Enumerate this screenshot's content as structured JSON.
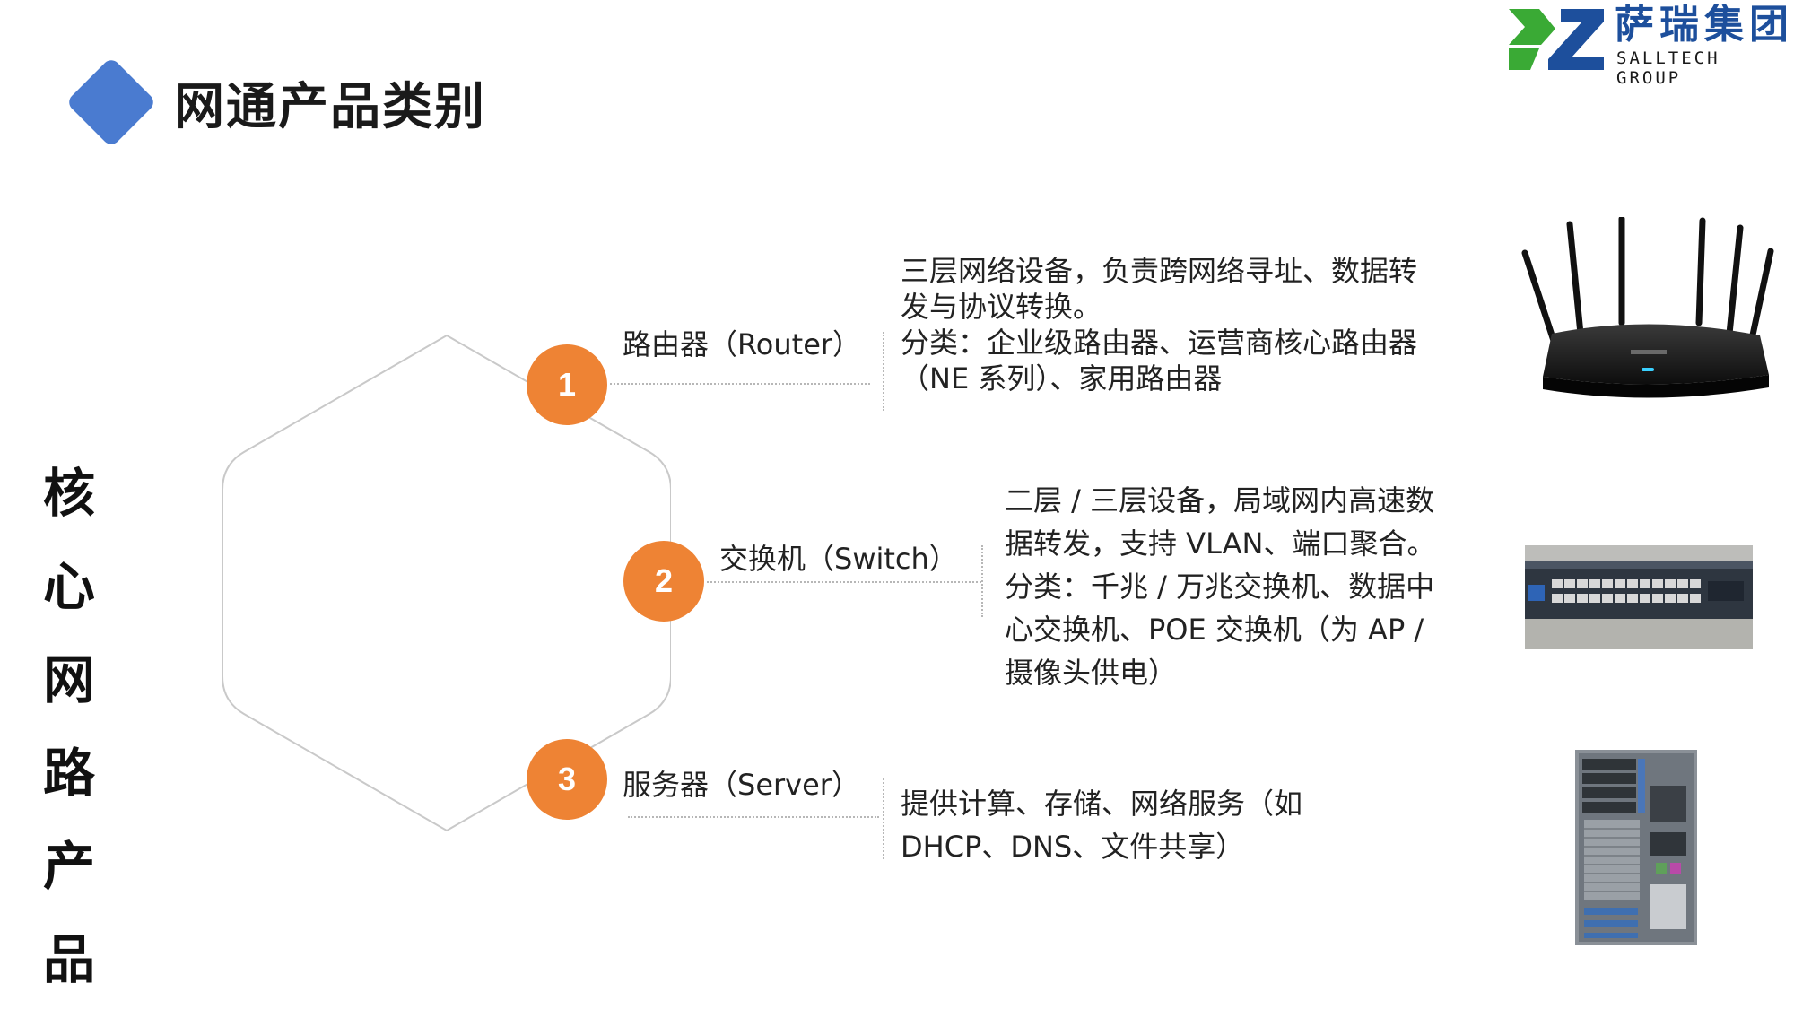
{
  "header": {
    "title": "网通产品类别",
    "accent_color": "#4a7bd0",
    "icon": "diamond-icon"
  },
  "logo": {
    "cn": "萨瑞集团",
    "en": "SALLTECH GROUP",
    "colors": {
      "green": "#3aaa35",
      "blue": "#1d4f9c"
    }
  },
  "side_title": {
    "lines": [
      "核心",
      "网路",
      "产品"
    ]
  },
  "products": [
    {
      "number": "1",
      "label": "路由器（Router）",
      "desc": [
        "三层网络设备，负责跨网络寻址、数据转",
        "发与协议转换。",
        "分类：企业级路由器、运营商核心路由器",
        "（NE 系列）、家用路由器"
      ],
      "image": "router-image"
    },
    {
      "number": "2",
      "label": "交换机（Switch）",
      "desc": [
        "二层 / 三层设备，局域网内高速数",
        "据转发，支持 VLAN、端口聚合。",
        "分类：千兆 / 万兆交换机、数据中",
        "心交换机、POE 交换机（为 AP /",
        "摄像头供电）"
      ],
      "image": "switch-image"
    },
    {
      "number": "3",
      "label": "服务器（Server）",
      "desc": [
        "提供计算、存储、网络服务（如",
        "DHCP、DNS、文件共享）"
      ],
      "image": "server-image"
    }
  ],
  "colors": {
    "circle": "#ee8334",
    "hex_outline": "#c9c9c9",
    "line": "#b7b7b7"
  }
}
